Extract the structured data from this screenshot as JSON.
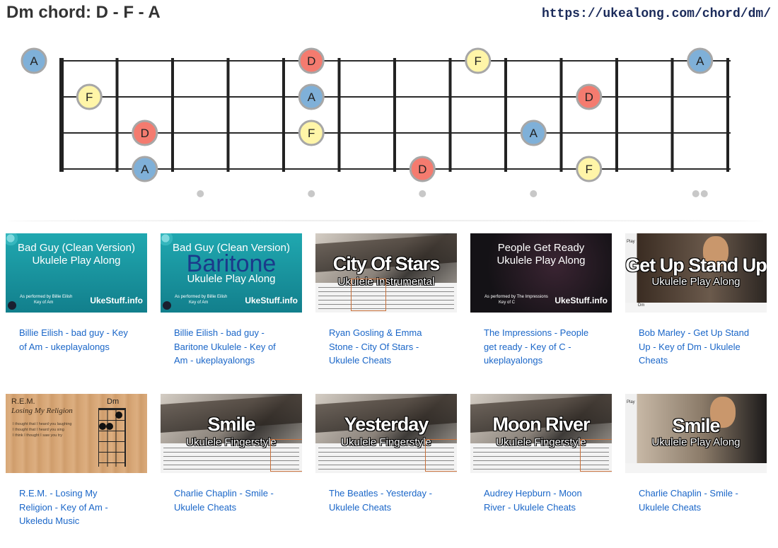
{
  "header": {
    "title": "Dm chord: D - F - A",
    "url": "https://ukealong.com/chord/dm/"
  },
  "fretboard": {
    "strings": 4,
    "frets_shown": 12,
    "note_colors": {
      "D": "#f47b6f",
      "F": "#fff5a8",
      "A": "#7fb0d8"
    },
    "notes": [
      {
        "label": "A",
        "string": 1,
        "fret": 0
      },
      {
        "label": "D",
        "string": 1,
        "fret": 5
      },
      {
        "label": "F",
        "string": 1,
        "fret": 8
      },
      {
        "label": "A",
        "string": 1,
        "fret": 12
      },
      {
        "label": "F",
        "string": 2,
        "fret": 1
      },
      {
        "label": "A",
        "string": 2,
        "fret": 5
      },
      {
        "label": "D",
        "string": 2,
        "fret": 10
      },
      {
        "label": "D",
        "string": 3,
        "fret": 2
      },
      {
        "label": "F",
        "string": 3,
        "fret": 5
      },
      {
        "label": "A",
        "string": 3,
        "fret": 9
      },
      {
        "label": "A",
        "string": 4,
        "fret": 2
      },
      {
        "label": "D",
        "string": 4,
        "fret": 7
      },
      {
        "label": "F",
        "string": 4,
        "fret": 10
      }
    ],
    "inlay_frets": [
      3,
      5,
      7,
      9,
      12
    ]
  },
  "videos": [
    {
      "caption": "Billie Eilish - bad guy - Key of Am - ukeplayalongs",
      "thumb": {
        "style": "teal",
        "line1": "Bad Guy (Clean Version)",
        "line2": "Ukulele Play Along",
        "credit1": "As performed by Billie Eilish",
        "credit2": "Key of Am",
        "brand": "UkeStuff.info"
      }
    },
    {
      "caption": "Billie Eilish - bad guy - Baritone Ukulele - Key of Am - ukeplayalongs",
      "thumb": {
        "style": "teal-baritone",
        "line1": "Bad Guy (Clean Version)",
        "big": "Baritone",
        "line2": "Ukulele Play Along",
        "credit1": "As performed by Billie Eilish",
        "credit2": "Key of Am",
        "brand": "UkeStuff.info"
      }
    },
    {
      "caption": "Ryan Gosling & Emma Stone - City Of Stars - Ukulele Cheats",
      "thumb": {
        "style": "photo",
        "big": "City Of Stars",
        "sub": "Ukulele Instrumental"
      }
    },
    {
      "caption": "The Impressions - People get ready - Key of C - ukeplayalongs",
      "thumb": {
        "style": "dark",
        "line1": "People Get Ready",
        "line2": "Ukulele Play Along",
        "credit1": "As performed by The Impressions",
        "credit2": "Key of C",
        "brand": "UkeStuff.info"
      }
    },
    {
      "caption": "Bob Marley - Get Up Stand Up - Key of Dm - Ukulele Cheats",
      "thumb": {
        "style": "person",
        "big": "Get Up Stand Up",
        "sub": "Ukulele Play Along",
        "tag": "Play",
        "chord": "Dm"
      }
    },
    {
      "caption": "R.E.M. - Losing My Religion - Key of Am - Ukeledu Music",
      "thumb": {
        "style": "wood",
        "band": "R.E.M.",
        "song": "Losing My Religion",
        "chord": "Dm",
        "lines": [
          "I thought that I heard you laughing",
          "I thought that I heard you sing",
          "I think I thought I saw you try"
        ]
      }
    },
    {
      "caption": "Charlie Chaplin - Smile - Ukulele Cheats",
      "thumb": {
        "style": "photo",
        "big": "Smile",
        "sub": "Ukulele Fingerstyle"
      }
    },
    {
      "caption": "The Beatles - Yesterday - Ukulele Cheats",
      "thumb": {
        "style": "photo",
        "big": "Yesterday",
        "sub": "Ukulele Fingerstyle"
      }
    },
    {
      "caption": "Audrey Hepburn - Moon River - Ukulele Cheats",
      "thumb": {
        "style": "photo",
        "big": "Moon River",
        "sub": "Ukulele Fingerstyle"
      }
    },
    {
      "caption": "Charlie Chaplin - Smile - Ukulele Cheats",
      "thumb": {
        "style": "person2",
        "big": "Smile",
        "sub": "Ukulele Play Along",
        "tag": "Play"
      }
    }
  ]
}
